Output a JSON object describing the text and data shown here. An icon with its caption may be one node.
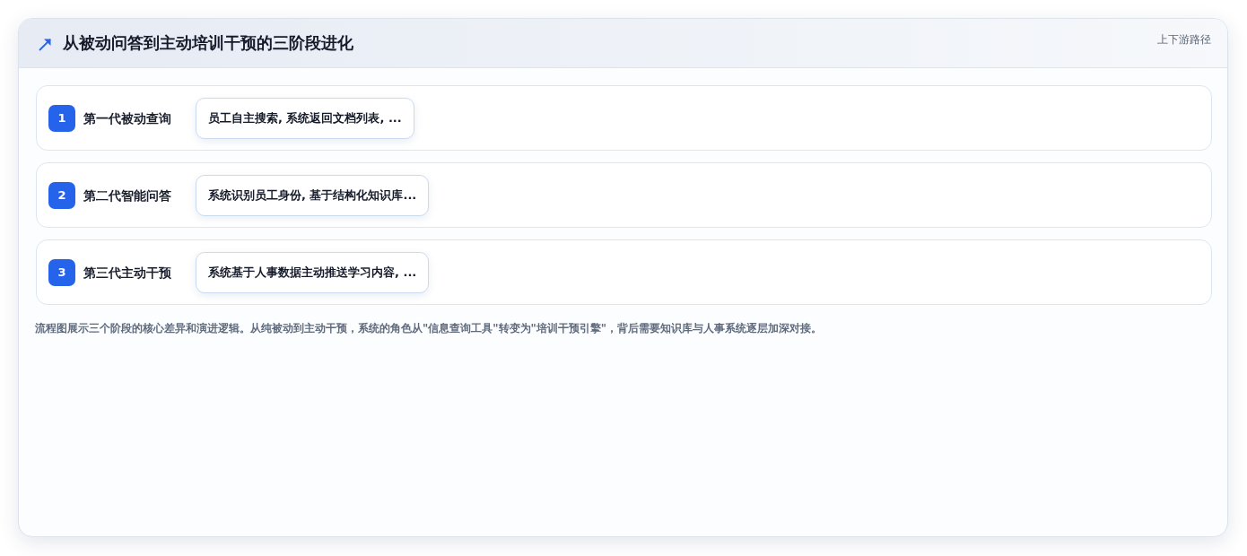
{
  "diagram": {
    "title": "从被动问答到主动培训干预的三阶段进化",
    "caption": "流程图展示三个阶段的核心差异和演进逻辑。从纯被动到主动干预，系统的角色从\"信息查询工具\"转变为\"培训干预引擎\"，背后需要知识库与人事系统逐层加深对接。",
    "nodes": [
      {
        "text": [
          "第一代被动查询"
        ]
      },
      {
        "text": [
          "1"
        ],
        "in": 0
      },
      {
        "text": [
          "员工自主搜索, 系统返回文档列表, ..."
        ],
        "in": 0
      },
      {
        "text": [
          "第二代智能问答"
        ]
      },
      {
        "text": [
          "2"
        ],
        "in": 3
      },
      {
        "text": [
          "系统识别员工身份, 基于结构化知识库..."
        ],
        "in": 3
      },
      {
        "text": [
          "第三代主动干预"
        ]
      },
      {
        "text": [
          "3"
        ],
        "in": 6
      },
      {
        "text": [
          "系统基于人事数据主动推送学习内容, ..."
        ],
        "in": 6
      }
    ],
    "labels": [
      "上下游路径"
    ]
  }
}
